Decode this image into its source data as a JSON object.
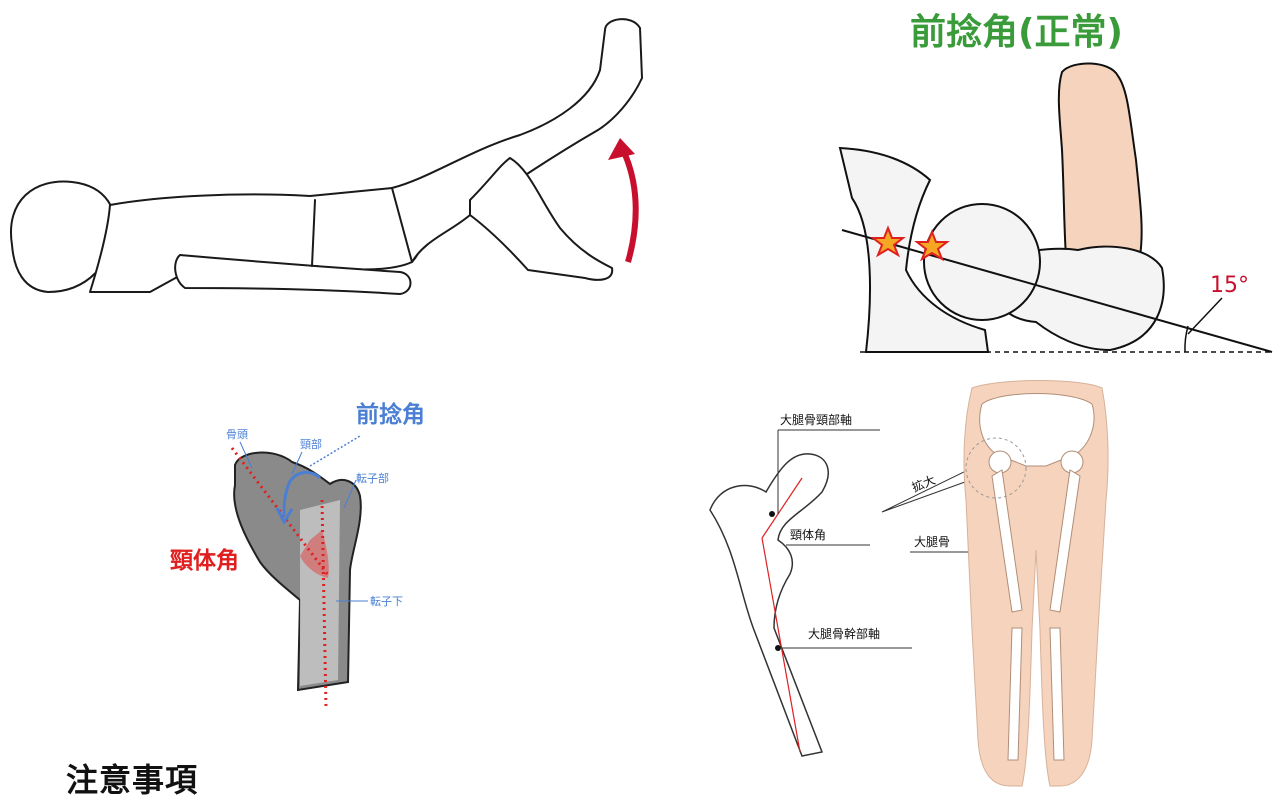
{
  "anteversion_normal": {
    "title": "前捻角(正常)",
    "angle_label": "15°"
  },
  "femur": {
    "anteversion_label": "前捻角",
    "neck_shaft_angle_label": "頸体角",
    "head_label": "骨頭",
    "neck_label": "頸部",
    "trochanter_label": "転子部",
    "subtrochanter_label": "転子下"
  },
  "skeleton": {
    "neck_axis_label": "大腿骨頸部軸",
    "neck_shaft_angle_label": "頸体角",
    "shaft_axis_label": "大腿骨幹部軸",
    "magnify_label": "拡大",
    "femur_label": "大腿骨"
  },
  "footer": {
    "heading": "注意事項"
  },
  "colors": {
    "title_green": "#3a9b3a",
    "femur_blue": "#4a7fd4",
    "angle_red": "#e02020",
    "arrow_red": "#c8102e",
    "skin": "#f6d3bd",
    "star_orange": "#f5a623"
  }
}
